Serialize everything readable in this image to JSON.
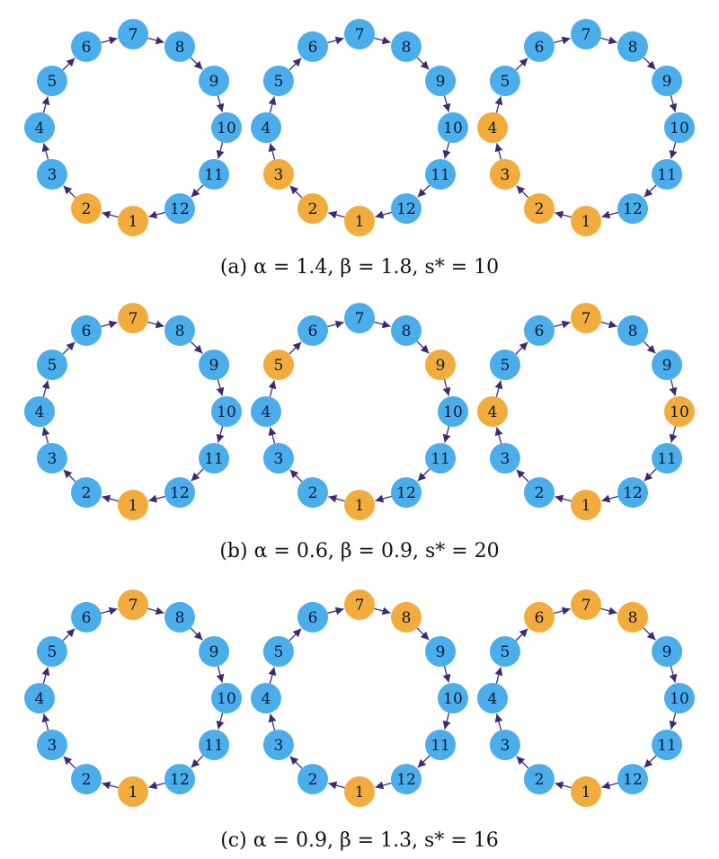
{
  "node_labels": [
    "1",
    "2",
    "3",
    "4",
    "5",
    "6",
    "7",
    "8",
    "9",
    "10",
    "11",
    "12"
  ],
  "colors": {
    "default_node": "#4badea",
    "highlight_node": "#f2ac3d",
    "edge": "#3b2a73",
    "label": "#0b1a3a",
    "caption": "#111111"
  },
  "rows": [
    {
      "caption": "(a) α = 1.4, β = 1.8, s* = 10",
      "graphs": [
        {
          "highlighted": [
            "1",
            "2"
          ]
        },
        {
          "highlighted": [
            "1",
            "2",
            "3"
          ]
        },
        {
          "highlighted": [
            "1",
            "2",
            "3",
            "4"
          ]
        }
      ]
    },
    {
      "caption": "(b) α = 0.6, β = 0.9, s* = 20",
      "graphs": [
        {
          "highlighted": [
            "1",
            "7"
          ]
        },
        {
          "highlighted": [
            "1",
            "5",
            "9"
          ]
        },
        {
          "highlighted": [
            "1",
            "4",
            "7",
            "10"
          ]
        }
      ]
    },
    {
      "caption": "(c) α = 0.9, β = 1.3, s* = 16",
      "graphs": [
        {
          "highlighted": [
            "1",
            "7"
          ]
        },
        {
          "highlighted": [
            "1",
            "7",
            "8"
          ]
        },
        {
          "highlighted": [
            "1",
            "6",
            "7",
            "8"
          ]
        }
      ]
    }
  ]
}
